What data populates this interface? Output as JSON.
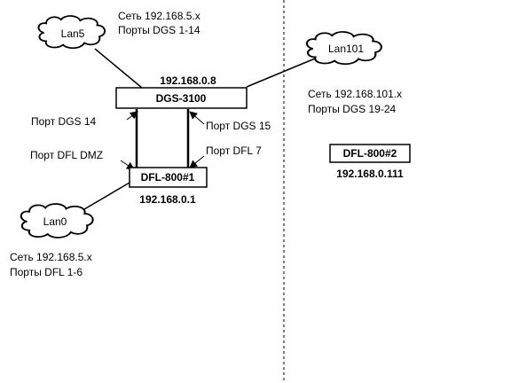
{
  "clouds": {
    "lan5": {
      "label": "Lan5"
    },
    "lan101": {
      "label": "Lan101"
    },
    "lan0": {
      "label": "Lan0"
    }
  },
  "devices": {
    "dgs": {
      "label": "DGS-3100",
      "ip": "192.168.0.8"
    },
    "dfl1": {
      "label": "DFL-800#1",
      "ip": "192.168.0.1"
    },
    "dfl2": {
      "label": "DFL-800#2",
      "ip": "192.168.0.111"
    }
  },
  "annotations": {
    "lan5_net": "Сеть 192.168.5.x",
    "lan5_ports": "Порты DGS 1-14",
    "lan101_net": "Сеть 192.168.101.x",
    "lan101_ports": "Порты DGS 19-24",
    "lan0_net": "Сеть 192.168.5.x",
    "lan0_ports": "Порты DFL 1-6",
    "port_dgs14": "Порт DGS 14",
    "port_dgs15": "Порт DGS 15",
    "port_dfl_dmz": "Порт DFL DMZ",
    "port_dfl7": "Порт DFL 7"
  }
}
